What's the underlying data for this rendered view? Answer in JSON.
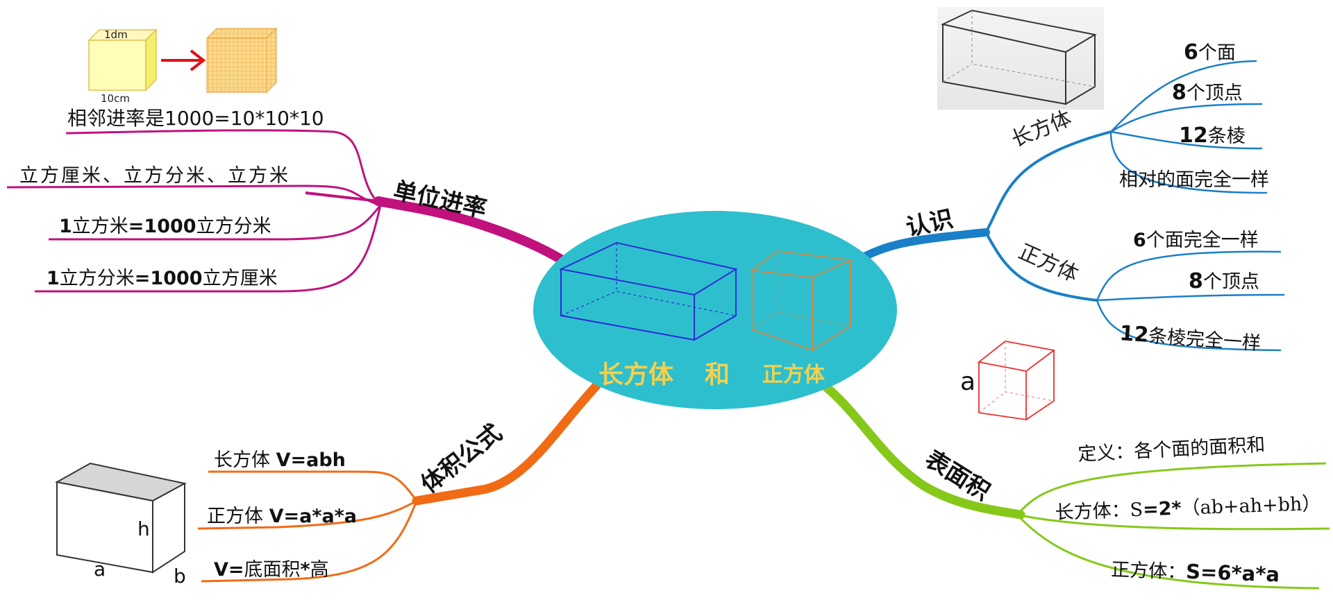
{
  "center": {
    "title_left": "长方体",
    "title_mid": "和",
    "title_right": "正方体",
    "colors": {
      "ellipse": "#2ebfce",
      "title": "#f7d04b",
      "cuboid": "#2b2bd6",
      "cube": "#c98a4a"
    }
  },
  "branches": {
    "units": {
      "label": "单位进率",
      "color": "#c0117d",
      "illustration": {
        "cube_top_label": "1dm",
        "cube_bottom_label": "10cm",
        "arrow_color": "#e01010"
      },
      "items": [
        {
          "text": "相邻进率是1000=10*10*10"
        },
        {
          "text": "立方厘米、立方分米、立方米"
        },
        {
          "n1": "1",
          "t1": "立方米",
          "n2": "=1000",
          "t2": "立方分米"
        },
        {
          "n1": "1",
          "t1": "立方分米",
          "n2": "=1000",
          "t2": "立方厘米"
        }
      ]
    },
    "recognition": {
      "label": "认识",
      "color": "#1a7fc6",
      "cuboid": {
        "label": "长方体",
        "items": [
          {
            "n": "6",
            "t": "个面"
          },
          {
            "n": "8",
            "t": "个顶点"
          },
          {
            "n": "12",
            "t": "条棱"
          },
          {
            "n": "",
            "t": "相对的面完全一样"
          }
        ]
      },
      "cube": {
        "label": "正方体",
        "items": [
          {
            "n": "6",
            "t": "个面完全一样"
          },
          {
            "n": "8",
            "t": "个顶点"
          },
          {
            "n": "12",
            "t": "条棱完全一样"
          }
        ]
      }
    },
    "volume": {
      "label": "体积公式",
      "color": "#f06b14",
      "illustration": {
        "h": "h",
        "a": "a",
        "b": "b"
      },
      "items": [
        {
          "t": "长方体 ",
          "f": "V=abh"
        },
        {
          "t": "正方体 ",
          "f": "V=a*a*a"
        },
        {
          "f": "V=",
          "t": "底面积",
          "f2": "*",
          "t2": "高"
        }
      ]
    },
    "surface": {
      "label": "表面积",
      "color": "#86c81a",
      "illustration": {
        "a": "a",
        "cube_color": "#e83030"
      },
      "items": [
        {
          "t": "定义：各个面的面积和"
        },
        {
          "t": "长方体：S",
          "f": "=2*",
          "t2": "（ab+ah+bh）"
        },
        {
          "t": "正方体：",
          "f": "S=6*a*a"
        }
      ]
    }
  }
}
